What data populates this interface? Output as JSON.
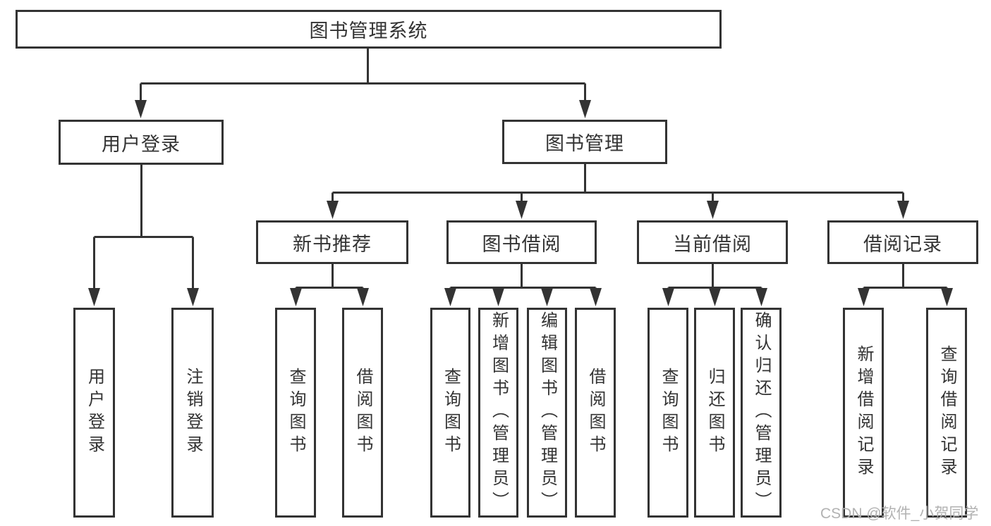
{
  "tree": {
    "root": {
      "label": "图书管理系统"
    },
    "level2": [
      {
        "label": "用户登录",
        "children": [
          {
            "label": "用户登录"
          },
          {
            "label": "注销登录"
          }
        ]
      },
      {
        "label": "图书管理",
        "children": [
          {
            "label": "新书推荐",
            "children": [
              {
                "label": "查询图书"
              },
              {
                "label": "借阅图书"
              }
            ]
          },
          {
            "label": "图书借阅",
            "children": [
              {
                "label": "查询图书"
              },
              {
                "label": "新增图书（管理员）"
              },
              {
                "label": "编辑图书（管理员）"
              },
              {
                "label": "借阅图书"
              }
            ]
          },
          {
            "label": "当前借阅",
            "children": [
              {
                "label": "查询图书"
              },
              {
                "label": "归还图书"
              },
              {
                "label": "确认归还（管理员）"
              }
            ]
          },
          {
            "label": "借阅记录",
            "children": [
              {
                "label": "新增借阅记录"
              },
              {
                "label": "查询借阅记录"
              }
            ]
          }
        ]
      }
    ]
  },
  "watermark": {
    "text": "CSDN @软件_小贺同学"
  },
  "colors": {
    "line": "#333333",
    "text": "#333333",
    "watermark": "#b2b2b2",
    "background": "#ffffff"
  }
}
